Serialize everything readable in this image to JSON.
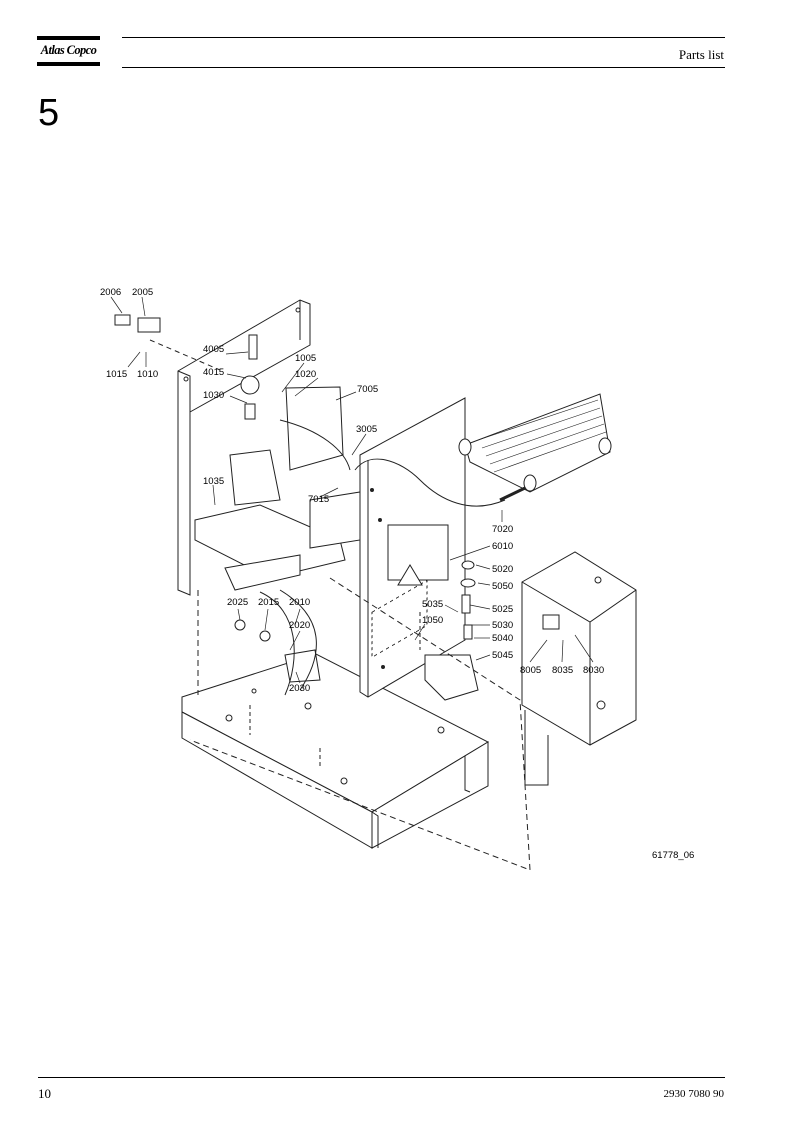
{
  "header": {
    "brand": "Atlas Copco",
    "title": "Parts list"
  },
  "section": {
    "number": "5"
  },
  "drawing": {
    "figure_id": "61778_06",
    "callouts": [
      "2006",
      "2005",
      "4005",
      "1005",
      "1020",
      "7005",
      "1015",
      "1010",
      "4015",
      "1030",
      "3005",
      "1035",
      "7015",
      "7020",
      "6010",
      "5020",
      "5050",
      "5025",
      "5030",
      "5040",
      "5045",
      "5035",
      "1050",
      "2025",
      "2015",
      "2010",
      "2020",
      "2030",
      "8005",
      "8035",
      "8030"
    ]
  },
  "footer": {
    "page": "10",
    "doc_number": "2930 7080 90"
  }
}
